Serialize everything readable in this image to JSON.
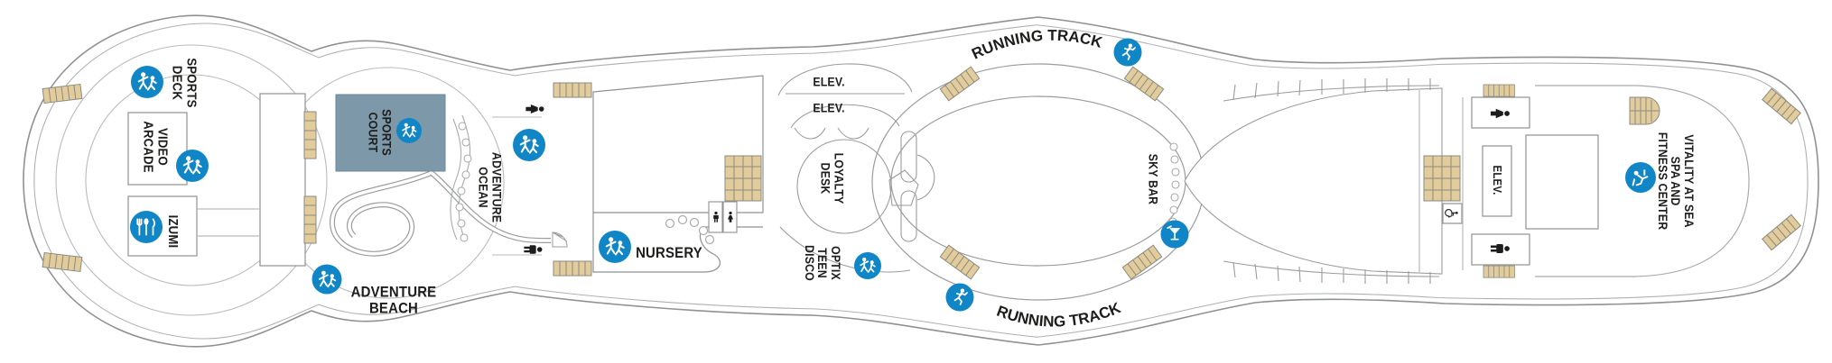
{
  "plan_type": "cruise-ship-deck-plan",
  "labels": {
    "sports_deck": "SPORTS\nDECK",
    "video_arcade": "VIDEO\nARCADE",
    "izumi": "IZUMI",
    "sports_court": "SPORTS\nCOURT",
    "adventure_ocean": "ADVENTURE\nOCEAN",
    "adventure_beach": "ADVENTURE\nBEACH",
    "nursery": "NURSERY",
    "elev": "ELEV.",
    "loyalty_desk": "LOYALTY\nDESK",
    "optix_teen_disco": "OPTIX\nTEEN\nDISCO",
    "running_track": "RUNNING TRACK",
    "sky_bar": "SKY BAR",
    "vitality_spa": "VITALITY AT SEA\nSPA AND\nFITNESS CENTER"
  },
  "icons": {
    "sports_deck": "athletes-icon",
    "video_arcade": "arcade-players-icon",
    "izumi": "dining-utensils-icon",
    "sports_court": "athletes-icon",
    "adventure_beach": "kids-play-icon",
    "adventure_ocean": "kids-play-icon",
    "nursery": "kids-play-icon",
    "optix_teen_disco": "teen-dance-icon",
    "running_track_forward": "runner-icon",
    "running_track_aft": "runner-icon",
    "sky_bar": "martini-icon",
    "fitness_center": "exercise-icon",
    "restrooms": [
      "woman-icon",
      "man-icon",
      "wheelchair-icon"
    ],
    "stairs": "stairs-steps"
  },
  "colors": {
    "icon_blue": "#1186c7",
    "sports_court_fill": "#7d98a8",
    "stairs_tan": "#e3cc9c",
    "outline_gray": "#8f9193",
    "text_black": "#1d1d1b"
  }
}
